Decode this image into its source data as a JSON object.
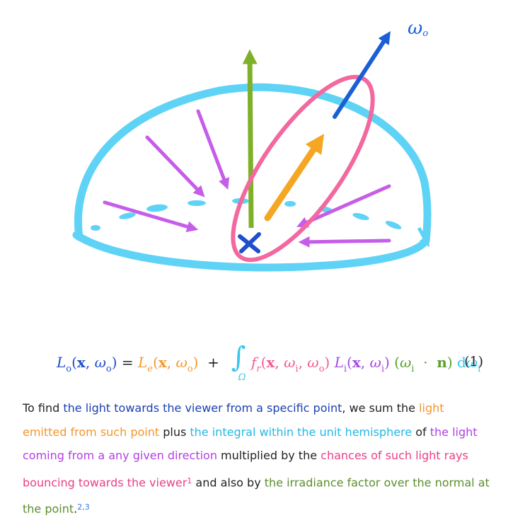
{
  "colors": {
    "hemisphere": "#5fd3f5",
    "incoming_rays": "#c65de9",
    "normal": "#7fb02a",
    "outgoing": "#1b5fd6",
    "emitted": "#f5a623",
    "lobe": "#f2689f",
    "point": "#1f4fc9"
  },
  "diagram": {
    "label_omega": "ω",
    "label_omega_sub": "o"
  },
  "equation": {
    "number": "(1)"
  },
  "paragraph": {
    "s1": "To find ",
    "s2": "the light towards the viewer from a specific point",
    "s3": ", we sum the ",
    "s4": "light emitted from such point",
    "s5": " plus ",
    "s6": "the integral within the unit hemisphere",
    "s7": " of ",
    "s8": "the light coming from a any given direction",
    "s9": " multiplied by the ",
    "s10": "chances of such light rays bouncing towards the viewer",
    "s11": "1",
    "s12": " and also by ",
    "s13": "the irradiance factor over the normal at the point",
    "s14": ".",
    "s15": "2,3"
  }
}
